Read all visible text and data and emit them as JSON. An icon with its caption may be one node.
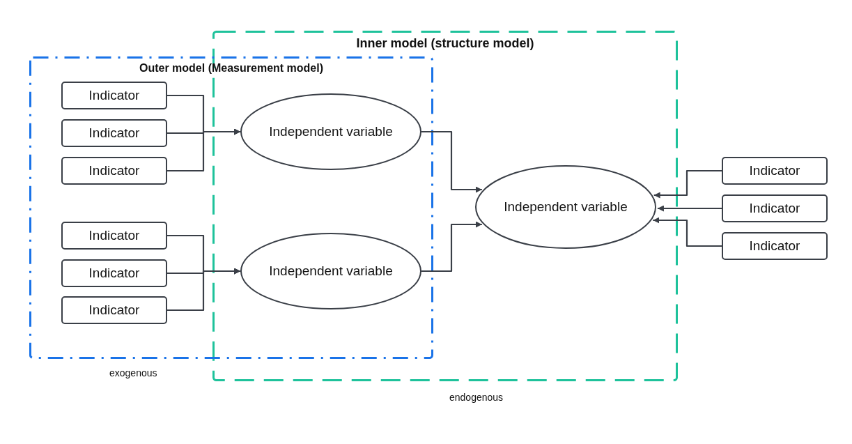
{
  "diagram": {
    "nodes": [
      {
        "text": [
          "Inner model (structure model)"
        ],
        "beside": [
          "endogenous"
        ]
      },
      {
        "text": [
          "Outer model (Measurement model)"
        ],
        "beside": [
          "exogenous"
        ]
      },
      {
        "text": [
          "Indicator"
        ],
        "in": 1
      },
      {
        "text": [
          "Indicator"
        ],
        "in": 1
      },
      {
        "text": [
          "Indicator"
        ],
        "in": 1
      },
      {
        "text": [
          "Independent variable"
        ]
      },
      {
        "text": [
          "Indicator"
        ],
        "in": 1
      },
      {
        "text": [
          "Indicator"
        ],
        "in": 1
      },
      {
        "text": [
          "Indicator"
        ],
        "in": 1
      },
      {
        "text": [
          "Independent variable"
        ]
      },
      {
        "text": [
          "Independent variable"
        ],
        "in": 0
      },
      {
        "text": [
          "Indicator"
        ]
      },
      {
        "text": [
          "Indicator"
        ]
      },
      {
        "text": [
          "Indicator"
        ]
      }
    ],
    "edges": [
      {
        "from": 2,
        "to": 5,
        "arrow": "to"
      },
      {
        "from": 3,
        "to": 5,
        "arrow": "to"
      },
      {
        "from": 4,
        "to": 5,
        "arrow": "to"
      },
      {
        "from": 6,
        "to": 9,
        "arrow": "to"
      },
      {
        "from": 7,
        "to": 9,
        "arrow": "to"
      },
      {
        "from": 8,
        "to": 9,
        "arrow": "to"
      },
      {
        "from": 5,
        "to": 10,
        "arrow": "to"
      },
      {
        "from": 9,
        "to": 10,
        "arrow": "to"
      },
      {
        "from": 11,
        "to": 10,
        "arrow": "to"
      },
      {
        "from": 12,
        "to": 10,
        "arrow": "to"
      },
      {
        "from": 13,
        "to": 10,
        "arrow": "to"
      }
    ]
  }
}
